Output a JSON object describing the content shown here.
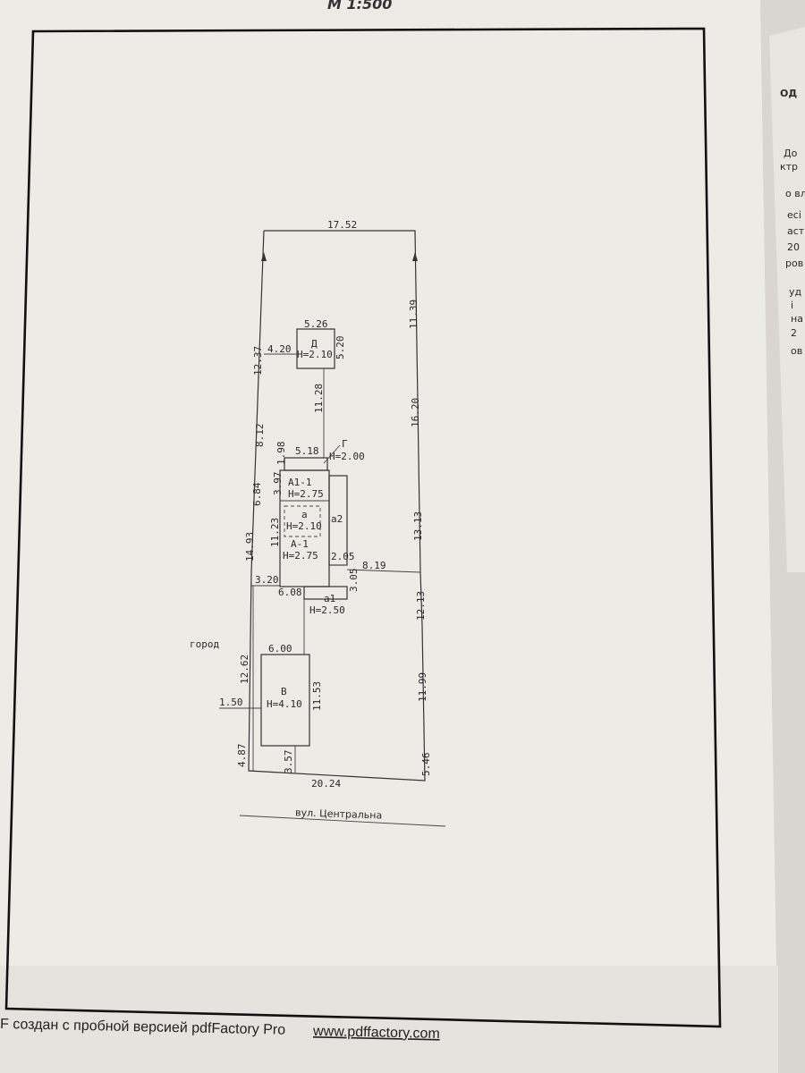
{
  "scale_label": "М 1:500",
  "footer": {
    "prefix": "F создан с пробной версией pdfFactory Pro",
    "link": "www.pdffactory.com"
  },
  "plot": {
    "top": "17.52",
    "bottom": "20.24",
    "left_segments": [
      "12.37",
      "8.12",
      "6.84",
      "14.93",
      "12.62",
      "4.87"
    ],
    "right_segments": [
      "11.39",
      "16.20",
      "13.13",
      "12.13",
      "11.99",
      "5.46"
    ],
    "street": "вул. Центральна",
    "garden": "город"
  },
  "buildings": {
    "D": {
      "name": "Д",
      "height": "H=2.10",
      "width": "5.26",
      "depth": "5.20",
      "offset": "4.20",
      "gap": "11.28"
    },
    "G": {
      "name": "Г",
      "height": "H=2.00",
      "width": "5.18",
      "depth": "1.98"
    },
    "A11": {
      "name": "А1-1",
      "height": "H=2.75",
      "depth": "3.97"
    },
    "a": {
      "name": "а",
      "height": "H=2.10"
    },
    "a2": {
      "name": "а2",
      "depth": "2.05",
      "side": "3.05"
    },
    "A1": {
      "name": "А-1",
      "height": "H=2.75",
      "depth": "11.23",
      "width": "6.08",
      "offset": "3.20",
      "fence": "8.19"
    },
    "a1": {
      "name": "а1",
      "height": "H=2.50"
    },
    "V": {
      "name": "В",
      "height": "H=4.10",
      "width": "6.00",
      "depth": "11.53",
      "offset": "1.50",
      "gap": "3.57"
    }
  },
  "colors": {
    "paper": "#edece7",
    "ink": "#333333",
    "background": "#c9c6c0"
  },
  "right_sheet_fragments": [
    "ОД",
    "До",
    "ктр",
    "о вл",
    "есі",
    "аст",
    "20",
    "ров",
    "уд",
    "і",
    "на",
    "2",
    "ов"
  ]
}
